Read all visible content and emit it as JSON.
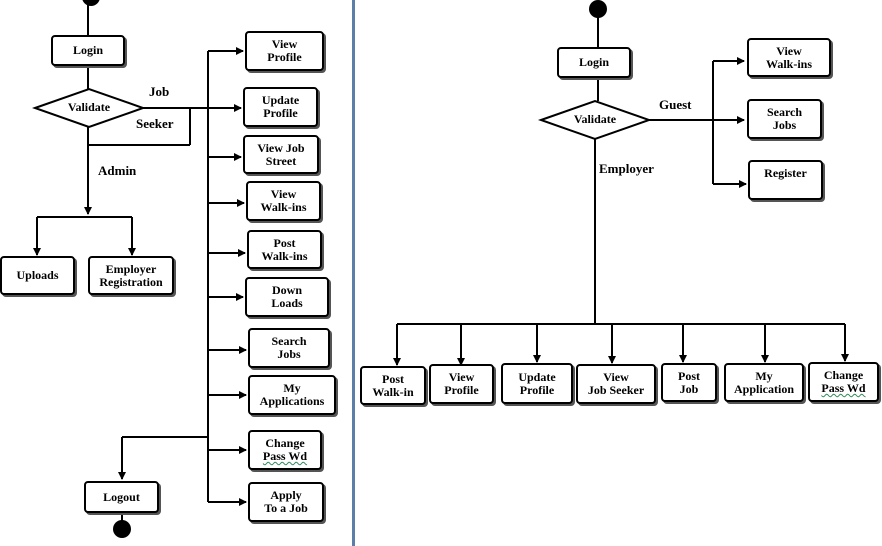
{
  "admin_diagram": {
    "login": "Login",
    "validate": "Validate",
    "job_label": "Job",
    "seeker_label": "Seeker",
    "admin_label": "Admin",
    "uploads": "Uploads",
    "employer_registration": [
      "Employer",
      "Registration"
    ],
    "logout": "Logout",
    "seeker_actions": [
      {
        "l1": "View",
        "l2": "Profile"
      },
      {
        "l1": "Update",
        "l2": "Profile"
      },
      {
        "l1": "View Job",
        "l2": "Street"
      },
      {
        "l1": "View",
        "l2": "Walk-ins"
      },
      {
        "l1": "Post",
        "l2": "Walk-ins"
      },
      {
        "l1": "Down",
        "l2": "Loads"
      },
      {
        "l1": "Search",
        "l2": "Jobs"
      },
      {
        "l1": "My",
        "l2": "Applications"
      },
      {
        "l1": "Change",
        "l2": "Pass Wd"
      },
      {
        "l1": "Apply",
        "l2": "To a Job"
      }
    ]
  },
  "employer_diagram": {
    "login": "Login",
    "validate": "Validate",
    "guest_label": "Guest",
    "employer_label": "Employer",
    "guest_actions": [
      {
        "l1": "View",
        "l2": "Walk-ins"
      },
      {
        "l1": "Search",
        "l2": "Jobs"
      },
      {
        "l1": "Register",
        "l2": ""
      }
    ],
    "employer_actions": [
      {
        "l1": "Post",
        "l2": "Walk-in"
      },
      {
        "l1": "View",
        "l2": "Profile"
      },
      {
        "l1": "Update",
        "l2": "Profile"
      },
      {
        "l1": "View",
        "l2": "Job Seeker"
      },
      {
        "l1": "Post",
        "l2": "Job"
      },
      {
        "l1": "My",
        "l2": "Application"
      },
      {
        "l1": "Change",
        "l2": "Pass Wd"
      }
    ]
  }
}
